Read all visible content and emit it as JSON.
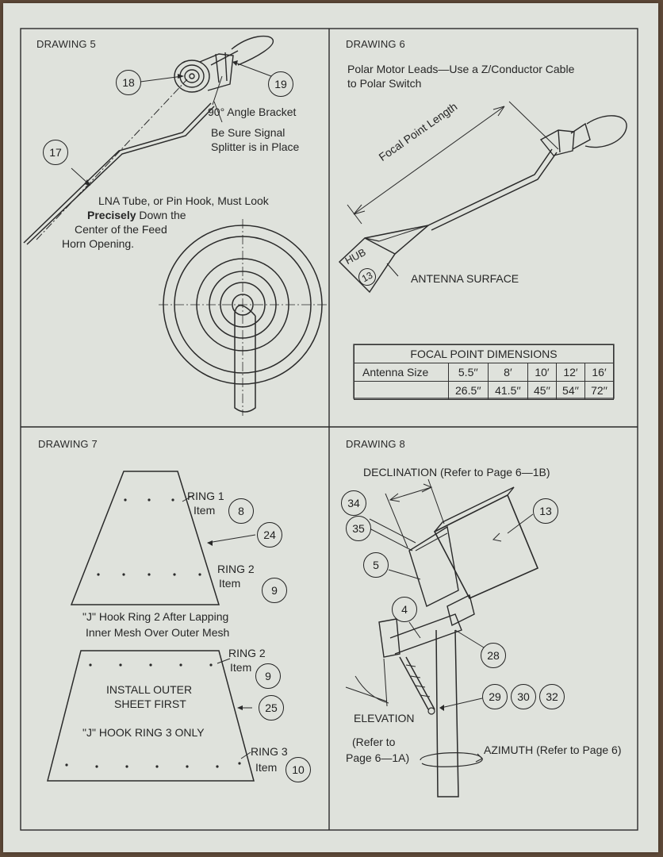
{
  "panels": {
    "d5": {
      "title": "DRAWING 5",
      "label_bracket": "90° Angle Bracket",
      "label_splitter_1": "Be Sure Signal",
      "label_splitter_2": "Splitter is in Place",
      "note_1": "LNA Tube, or Pin Hook, Must Look",
      "note_2_bold": "Precisely",
      "note_2_rest": " Down the",
      "note_3": "Center of the Feed",
      "note_4": "Horn Opening.",
      "callouts": [
        "18",
        "19",
        "17"
      ]
    },
    "d6": {
      "title": "DRAWING 6",
      "caption_1": "Polar Motor Leads—Use a Z/Conductor Cable",
      "caption_2": "to Polar Switch",
      "focal_label": "Focal Point Length",
      "hub_label": "HUB",
      "hub_callout": "13",
      "surface_label": "ANTENNA SURFACE",
      "table": {
        "caption": "FOCAL POINT DIMENSIONS",
        "row_label": "Antenna Size",
        "sizes": [
          "5.5′′",
          "8′",
          "10′",
          "12′",
          "16′"
        ],
        "lengths": [
          "26.5′′",
          "41.5′′",
          "45′′",
          "54′′",
          "72′′"
        ]
      }
    },
    "d7": {
      "title": "DRAWING 7",
      "ring1": "RING 1",
      "ring1_item": "Item",
      "ring1_num": "8",
      "c24": "24",
      "ring2": "RING 2",
      "ring2_item": "Item",
      "ring2_num": "9",
      "hook_note_1": "\"J\" Hook Ring 2 After Lapping",
      "hook_note_2": "Inner Mesh Over Outer Mesh",
      "ring2b": "RING 2",
      "ring2b_item": "Item",
      "ring2b_num": "9",
      "install_1": "INSTALL OUTER",
      "install_2": "SHEET FIRST",
      "c25": "25",
      "hook3": "\"J\" HOOK RING 3 ONLY",
      "ring3": "RING 3",
      "ring3_item": "Item",
      "ring3_num": "10"
    },
    "d8": {
      "title": "DRAWING 8",
      "declination": "DECLINATION (Refer to Page 6—1B)",
      "callouts": [
        "34",
        "35",
        "13",
        "5",
        "4",
        "28",
        "29",
        "30",
        "32"
      ],
      "elevation": "ELEVATION",
      "refer_1": "(Refer to",
      "refer_2": "Page 6—1A)",
      "azimuth": "AZIMUTH (Refer to Page 6)"
    }
  }
}
